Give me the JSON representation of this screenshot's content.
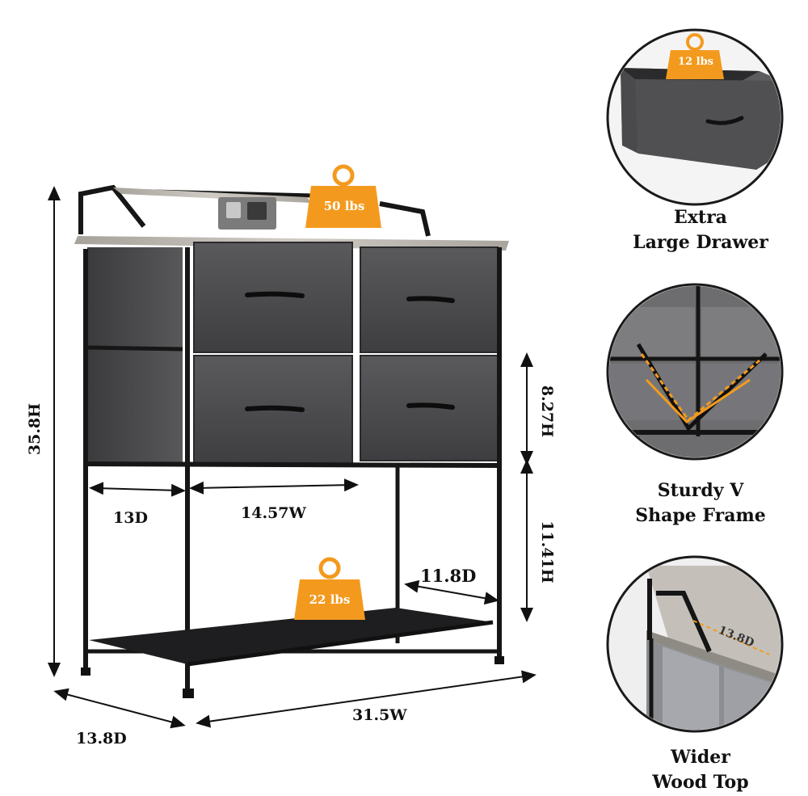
{
  "dimensions": {
    "height_total": "35.8H",
    "drawer_depth": "13D",
    "drawer_width": "14.57W",
    "drawer_height": "8.27H",
    "shelf_gap_height": "11.41H",
    "shelf_depth": "11.8D",
    "overall_depth": "13.8D",
    "overall_width": "31.5W",
    "inset_top_depth": "13.8D"
  },
  "weights": {
    "top": "50 lbs",
    "shelf": "22 lbs",
    "drawer": "12 lbs"
  },
  "features": [
    {
      "line1": "Extra",
      "line2": "Large Drawer"
    },
    {
      "line1": "Sturdy V",
      "line2": "Shape Frame"
    },
    {
      "line1": "Wider",
      "line2": "Wood Top"
    }
  ],
  "colors": {
    "accent": "#F39A1E",
    "fabric": "#4a4a4c",
    "frame": "#161616",
    "top": "#b9b5ae"
  }
}
